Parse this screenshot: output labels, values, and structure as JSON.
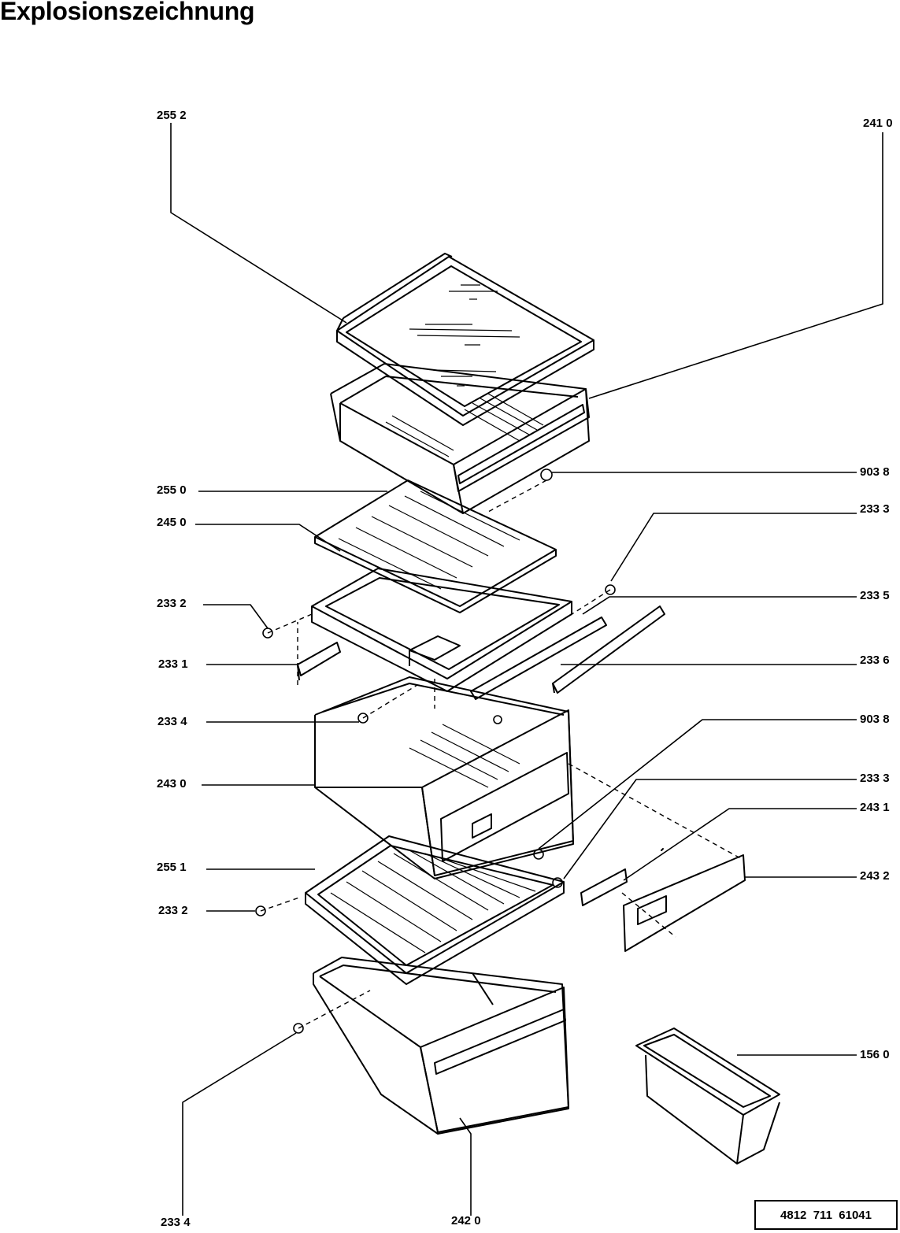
{
  "title": "Explosionszeichnung",
  "labels": {
    "l2552": "255 2",
    "l2410": "241 0",
    "l9038a": "903 8",
    "l2550": "255 0",
    "l2450": "245 0",
    "l2333a": "233 3",
    "l2335": "233 5",
    "l2332a": "233 2",
    "l2331": "233 1",
    "l2336": "233 6",
    "l2334a": "233 4",
    "l9038b": "903 8",
    "l2430": "243 0",
    "l2333b": "233 3",
    "l2431": "243 1",
    "l2551": "255 1",
    "l2432": "243 2",
    "l2332b": "233 2",
    "l1560": "156 0",
    "l2334b": "233 4",
    "l2420": "242 0"
  },
  "document_number": "4812  711  61041"
}
